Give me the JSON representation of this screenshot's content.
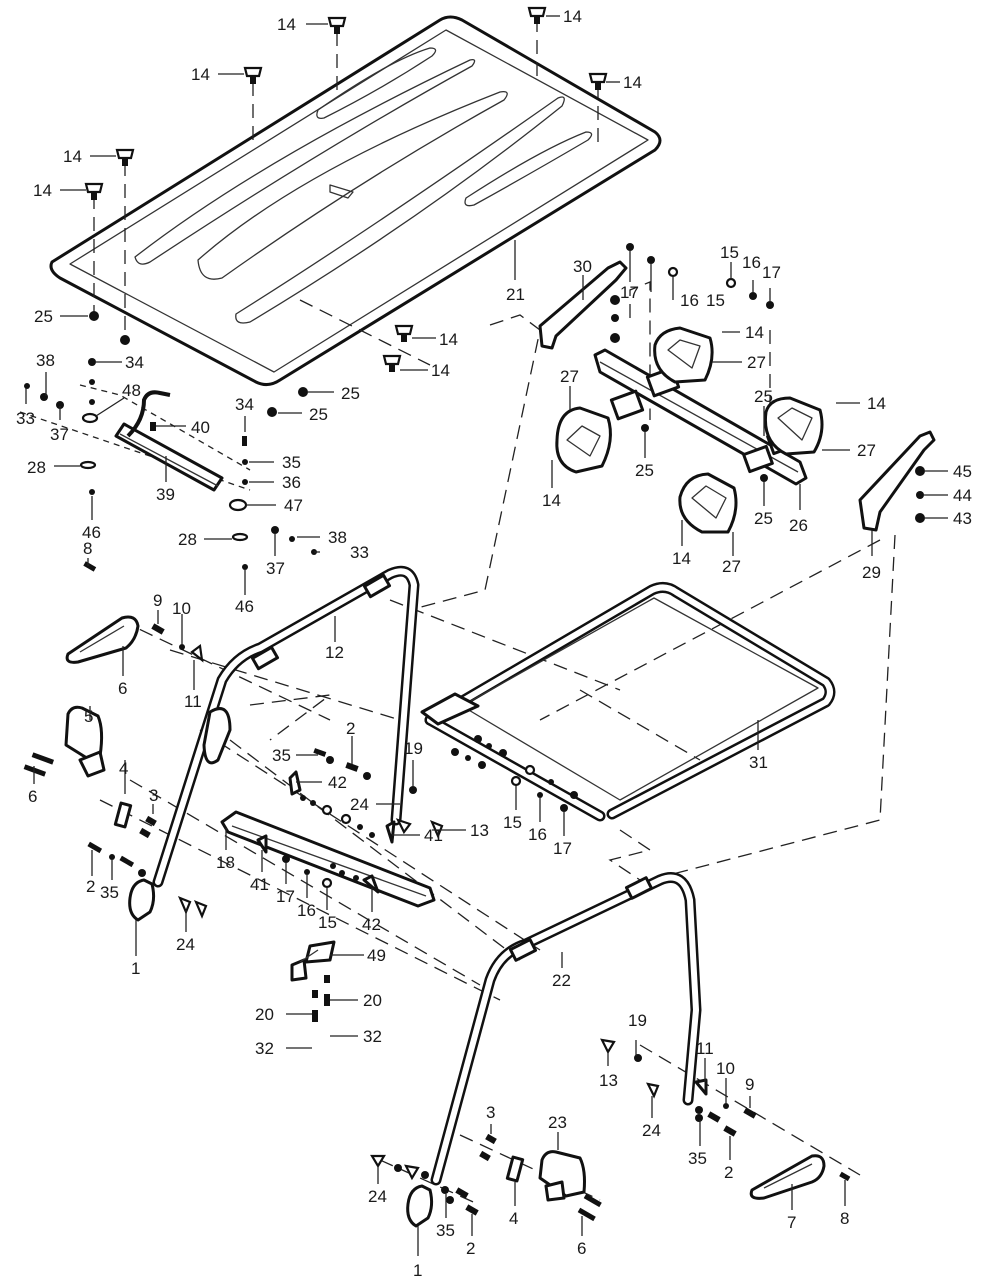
{
  "diagram": {
    "title": "Roof and ROPS assembly (exploded view)",
    "colors": {
      "line": "#111111",
      "background": "#ffffff"
    },
    "callouts": [
      {
        "id": "c01",
        "label": "14"
      },
      {
        "id": "c02",
        "label": "14"
      },
      {
        "id": "c03",
        "label": "14"
      },
      {
        "id": "c04",
        "label": "14"
      },
      {
        "id": "c05",
        "label": "14"
      },
      {
        "id": "c06",
        "label": "14"
      },
      {
        "id": "c07",
        "label": "25"
      },
      {
        "id": "c08",
        "label": "21"
      },
      {
        "id": "c09",
        "label": "14"
      },
      {
        "id": "c10",
        "label": "14"
      },
      {
        "id": "c11",
        "label": "25"
      },
      {
        "id": "c12",
        "label": "25"
      },
      {
        "id": "c13",
        "label": "38"
      },
      {
        "id": "c14",
        "label": "34"
      },
      {
        "id": "c15",
        "label": "33"
      },
      {
        "id": "c16",
        "label": "37"
      },
      {
        "id": "c17",
        "label": "48"
      },
      {
        "id": "c18",
        "label": "40"
      },
      {
        "id": "c19",
        "label": "28"
      },
      {
        "id": "c20",
        "label": "39"
      },
      {
        "id": "c21",
        "label": "46"
      },
      {
        "id": "c22",
        "label": "34"
      },
      {
        "id": "c23",
        "label": "35"
      },
      {
        "id": "c24",
        "label": "36"
      },
      {
        "id": "c25",
        "label": "47"
      },
      {
        "id": "c26",
        "label": "28"
      },
      {
        "id": "c27",
        "label": "38"
      },
      {
        "id": "c28",
        "label": "33"
      },
      {
        "id": "c29",
        "label": "37"
      },
      {
        "id": "c30",
        "label": "46"
      },
      {
        "id": "c31",
        "label": "30"
      },
      {
        "id": "c32",
        "label": "17"
      },
      {
        "id": "c33",
        "label": "16"
      },
      {
        "id": "c34",
        "label": "15"
      },
      {
        "id": "c35",
        "label": "15"
      },
      {
        "id": "c36",
        "label": "16"
      },
      {
        "id": "c37",
        "label": "17"
      },
      {
        "id": "c38",
        "label": "14"
      },
      {
        "id": "c39",
        "label": "27"
      },
      {
        "id": "c40",
        "label": "27"
      },
      {
        "id": "c41",
        "label": "25"
      },
      {
        "id": "c42",
        "label": "14"
      },
      {
        "id": "c43",
        "label": "25"
      },
      {
        "id": "c44",
        "label": "27"
      },
      {
        "id": "c45",
        "label": "14"
      },
      {
        "id": "c46",
        "label": "45"
      },
      {
        "id": "c47",
        "label": "44"
      },
      {
        "id": "c48",
        "label": "43"
      },
      {
        "id": "c49",
        "label": "25"
      },
      {
        "id": "c50",
        "label": "26"
      },
      {
        "id": "c51",
        "label": "14"
      },
      {
        "id": "c52",
        "label": "27"
      },
      {
        "id": "c53",
        "label": "29"
      },
      {
        "id": "c54",
        "label": "8"
      },
      {
        "id": "c55",
        "label": "9"
      },
      {
        "id": "c56",
        "label": "10"
      },
      {
        "id": "c57",
        "label": "6"
      },
      {
        "id": "c58",
        "label": "11"
      },
      {
        "id": "c59",
        "label": "12"
      },
      {
        "id": "c60",
        "label": "31"
      },
      {
        "id": "c61",
        "label": "5"
      },
      {
        "id": "c62",
        "label": "4"
      },
      {
        "id": "c63",
        "label": "3"
      },
      {
        "id": "c64",
        "label": "6"
      },
      {
        "id": "c65",
        "label": "2"
      },
      {
        "id": "c66",
        "label": "35"
      },
      {
        "id": "c67",
        "label": "42"
      },
      {
        "id": "c68",
        "label": "19"
      },
      {
        "id": "c69",
        "label": "24"
      },
      {
        "id": "c70",
        "label": "13"
      },
      {
        "id": "c71",
        "label": "15"
      },
      {
        "id": "c72",
        "label": "16"
      },
      {
        "id": "c73",
        "label": "17"
      },
      {
        "id": "c74",
        "label": "18"
      },
      {
        "id": "c75",
        "label": "41"
      },
      {
        "id": "c76",
        "label": "2"
      },
      {
        "id": "c77",
        "label": "35"
      },
      {
        "id": "c78",
        "label": "24"
      },
      {
        "id": "c79",
        "label": "1"
      },
      {
        "id": "c80",
        "label": "41"
      },
      {
        "id": "c81",
        "label": "17"
      },
      {
        "id": "c82",
        "label": "16"
      },
      {
        "id": "c83",
        "label": "15"
      },
      {
        "id": "c84",
        "label": "42"
      },
      {
        "id": "c85",
        "label": "49"
      },
      {
        "id": "c86",
        "label": "22"
      },
      {
        "id": "c87",
        "label": "20"
      },
      {
        "id": "c88",
        "label": "20"
      },
      {
        "id": "c89",
        "label": "32"
      },
      {
        "id": "c90",
        "label": "32"
      },
      {
        "id": "c91",
        "label": "19"
      },
      {
        "id": "c92",
        "label": "11"
      },
      {
        "id": "c93",
        "label": "13"
      },
      {
        "id": "c94",
        "label": "10"
      },
      {
        "id": "c95",
        "label": "9"
      },
      {
        "id": "c96",
        "label": "24"
      },
      {
        "id": "c97",
        "label": "35"
      },
      {
        "id": "c98",
        "label": "2"
      },
      {
        "id": "c99",
        "label": "3"
      },
      {
        "id": "c100",
        "label": "23"
      },
      {
        "id": "c101",
        "label": "24"
      },
      {
        "id": "c102",
        "label": "4"
      },
      {
        "id": "c103",
        "label": "35"
      },
      {
        "id": "c104",
        "label": "2"
      },
      {
        "id": "c105",
        "label": "6"
      },
      {
        "id": "c106",
        "label": "7"
      },
      {
        "id": "c107",
        "label": "8"
      },
      {
        "id": "c108",
        "label": "1"
      }
    ]
  }
}
